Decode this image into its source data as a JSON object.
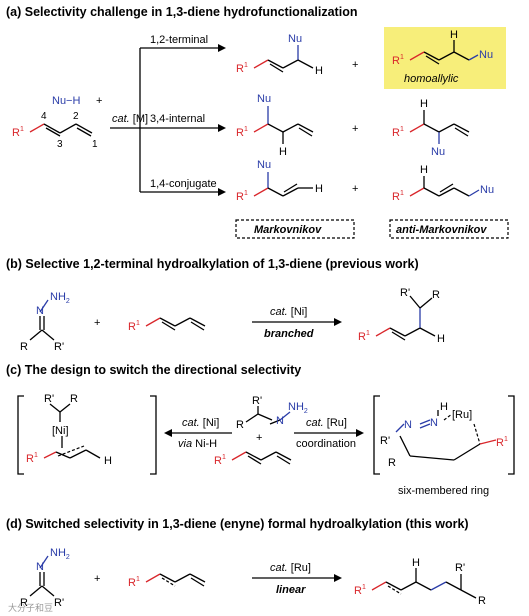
{
  "colors": {
    "red": "#d9262b",
    "blue": "#2a3ca8",
    "highlight": "#f7ee7a"
  },
  "section_a": {
    "title": "(a) Selectivity challenge in 1,3-diene hydrofunctionalization",
    "reagent": "Nu−H",
    "plus": "+",
    "num4": "4",
    "num3": "3",
    "num2": "2",
    "num1": "1",
    "r1": "R",
    "sup1": "1",
    "catalyst_cat": "cat.",
    "catalyst_metal": "[M]",
    "route_terminal": "1,2-terminal",
    "route_internal": "3,4-internal",
    "route_conjugate": "1,4-conjugate",
    "nu": "Nu",
    "h": "H",
    "homoallylic": "homoallylic",
    "markovnikov": "Markovnikov",
    "anti_markovnikov": "anti-Markovnikov"
  },
  "section_b": {
    "title": "(b) Selective 1,2-terminal hydroalkylation of 1,3-diene (previous work)",
    "nh2": "NH",
    "sub2": "2",
    "n": "N",
    "r": "R",
    "r_prime": "R'",
    "catalyst_cat": "cat.",
    "catalyst_metal": "[Ni]",
    "condition": "branched"
  },
  "section_c": {
    "title": "(c) The design to switch the directional selectivity",
    "ni": "[Ni]",
    "cat_ni_cat": "cat.",
    "cat_ni_metal": "[Ni]",
    "via_ni_h_via": "via",
    "via_ni_h_rest": "Ni-H",
    "cat_ru_cat": "cat.",
    "cat_ru_metal": "[Ru]",
    "coordination": "coordination",
    "ru": "[Ru]",
    "ring_label": "six-membered ring"
  },
  "section_d": {
    "title": "(d) Switched selectivity in 1,3-diene (enyne) formal hydroalkylation (this work)",
    "catalyst_cat": "cat.",
    "catalyst_metal": "[Ru]",
    "condition": "linear",
    "watermark": "大分子和豆"
  }
}
